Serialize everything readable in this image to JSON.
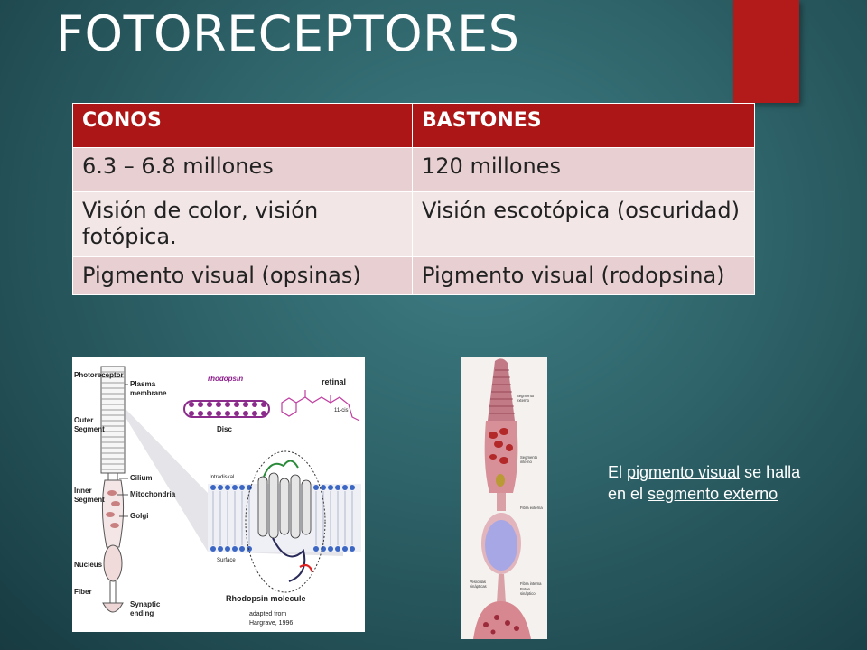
{
  "slide": {
    "title": "FOTORECEPTORES"
  },
  "table": {
    "headers": [
      "CONOS",
      "BASTONES"
    ],
    "rows": [
      [
        "6.3 – 6.8 millones",
        "120 millones"
      ],
      [
        "Visión de color, visión fotópica.",
        "Visión escotópica (oscuridad)"
      ],
      [
        "Pigmento visual (opsinas)",
        "Pigmento visual (rodopsina)"
      ]
    ]
  },
  "figure_left": {
    "labels": {
      "photoreceptor": "Photoreceptor",
      "plasma": "Plasma",
      "membrane": "membrane",
      "outer": "Outer",
      "segment": "Segment",
      "rhodopsin": "rhodopsin",
      "retinal": "retinal",
      "cis": "11-cis",
      "disc": "Disc",
      "cilium": "Cilium",
      "inner": "Inner",
      "segment2": "Segment",
      "mitochondria": "Mitochondria",
      "golgi": "Golgi",
      "nucleus": "Nucleus",
      "fiber": "Fiber",
      "synaptic": "Synaptic",
      "ending": "ending",
      "intradiskal": "Intradiskal",
      "surface": "Surface",
      "molecule": "Rhodopsin molecule",
      "adapted": "adapted from",
      "source": "Hargrave, 1996"
    }
  },
  "figure_right": {
    "labels": {
      "seg_ext_1": "Segmento",
      "seg_ext_2": "externo",
      "seg_int_1": "Segmento",
      "seg_int_2": "interno",
      "fibra_ext": "Fibra externa",
      "vesic_1": "Vesículas",
      "vesic_2": "sinápticas",
      "fibra_int": "Fibra interna",
      "boton_1": "Botón",
      "boton_2": "sináptico"
    }
  },
  "note": {
    "prefix": "El ",
    "link1": "pigmento visual",
    "middle": " se halla en el ",
    "link2": "segmento externo"
  },
  "colors": {
    "accent": "#b31b1b",
    "header_bg": "#ad1616",
    "row_dark": "#e8cfd1",
    "row_light": "#f2e6e7",
    "bg_teal": "#2d6268"
  }
}
